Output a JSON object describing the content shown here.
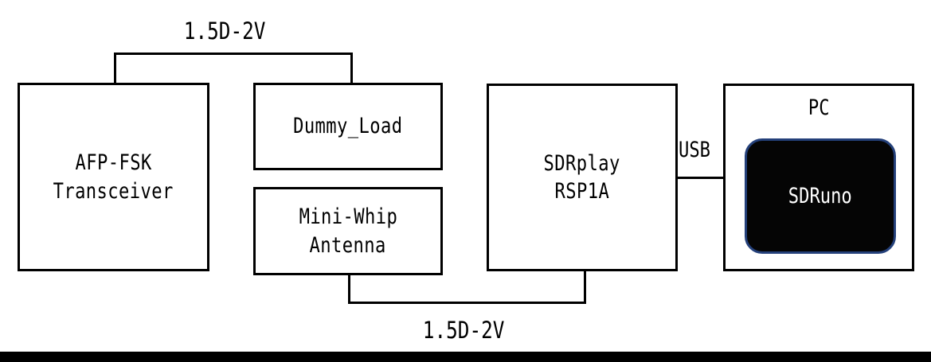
{
  "diagram": {
    "title": "SDR receiving setup block diagram",
    "background_color": "#ffffff",
    "line_color": "#000000",
    "accent_color": "#24407a"
  },
  "blocks": {
    "transceiver": {
      "line1": "AFP-FSK",
      "line2": "Transceiver"
    },
    "dummy_load": {
      "line1": "Dummy_Load"
    },
    "mini_whip": {
      "line1": "Mini-Whip",
      "line2": "Antenna"
    },
    "sdrplay": {
      "line1": "SDRplay",
      "line2": "RSP1A"
    },
    "pc": {
      "label": "PC"
    },
    "sdruno": {
      "label": "SDRuno",
      "fill_color": "#050505",
      "border_color": "#24407a",
      "text_color": "#ffffff"
    }
  },
  "connections": {
    "top_cable": "1.5D-2V",
    "bottom_cable": "1.5D-2V",
    "usb": "USB"
  }
}
